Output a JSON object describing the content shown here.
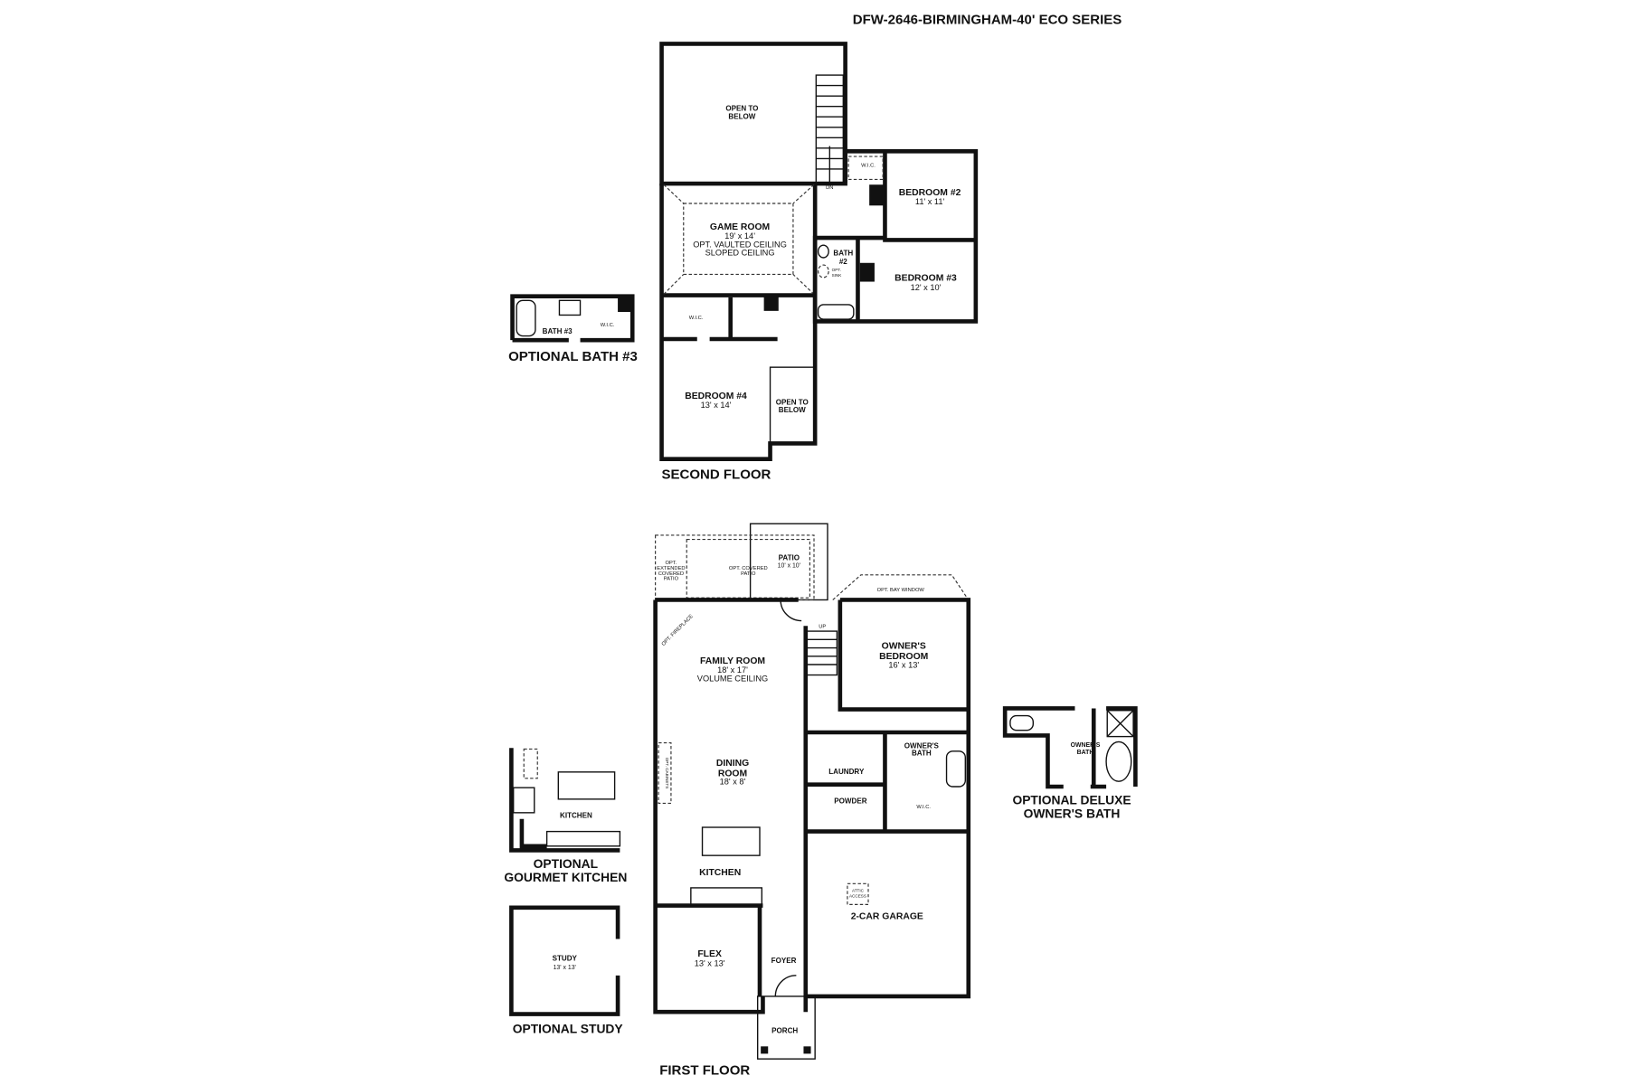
{
  "title": "DFW-2646-BIRMINGHAM-40' ECO SERIES",
  "second_floor": {
    "label": "SECOND FLOOR",
    "open_to_below_1": [
      "OPEN TO",
      "BELOW"
    ],
    "game_room": {
      "name": "GAME ROOM",
      "size": "19' x 14'",
      "note1": "OPT. VAULTED CEILING",
      "note2": "SLOPED CEILING"
    },
    "bedroom2": {
      "name": "BEDROOM #2",
      "size": "11' x 11'"
    },
    "bedroom3": {
      "name": "BEDROOM #3",
      "size": "12' x 10'"
    },
    "bedroom4": {
      "name": "BEDROOM #4",
      "size": "13' x 14'"
    },
    "bath2": [
      "BATH",
      "#2"
    ],
    "opt_sink": [
      "OPT.",
      "SINK"
    ],
    "wic_upper": "W.I.C.",
    "wic_lower": "W.I.C.",
    "stairs_dn": "DN",
    "open_to_below_2": [
      "OPEN TO",
      "BELOW"
    ]
  },
  "optional_bath3": {
    "label": "OPTIONAL BATH #3",
    "room": "BATH #3",
    "wic": "W.I.C."
  },
  "first_floor": {
    "label": "FIRST FLOOR",
    "patio": {
      "name": "PATIO",
      "size": "10' x 10'"
    },
    "opt_covered_patio": [
      "OPT. COVERED",
      "PATIO"
    ],
    "opt_extended_covered_patio": [
      "OPT.",
      "EXTENDED",
      "COVERED",
      "PATIO"
    ],
    "opt_bay_window": "OPT. BAY WINDOW",
    "opt_fireplace": "OPT. FIREPLACE",
    "family_room": {
      "name": "FAMILY ROOM",
      "size": "18' x 17'",
      "note": "VOLUME CEILING"
    },
    "dining_room": {
      "name1": "DINING",
      "name2": "ROOM",
      "size": "18' x 8'"
    },
    "opt_cabinets": "OPT. CABINETS",
    "kitchen": "KITCHEN",
    "owners_bedroom": {
      "name1": "OWNER'S",
      "name2": "BEDROOM",
      "size": "16' x 13'"
    },
    "owners_bath": [
      "OWNER'S",
      "BATH"
    ],
    "laundry": "LAUNDRY",
    "powder": "POWDER",
    "wic": "W.I.C.",
    "stairs_up": "UP",
    "garage": "2-CAR GARAGE",
    "attic_access": [
      "ATTIC",
      "ACCESS"
    ],
    "flex": {
      "name": "FLEX",
      "size": "13' x 13'"
    },
    "foyer": "FOYER",
    "porch": "PORCH"
  },
  "optional_gourmet_kitchen": {
    "label1": "OPTIONAL",
    "label2": "GOURMET KITCHEN",
    "room": "KITCHEN"
  },
  "optional_study": {
    "label": "OPTIONAL STUDY",
    "room": "STUDY",
    "size": "13' x 13'"
  },
  "optional_deluxe_owners_bath": {
    "label1": "OPTIONAL DELUXE",
    "label2": "OWNER'S BATH",
    "room": [
      "OWNER'S",
      "BATH"
    ]
  }
}
